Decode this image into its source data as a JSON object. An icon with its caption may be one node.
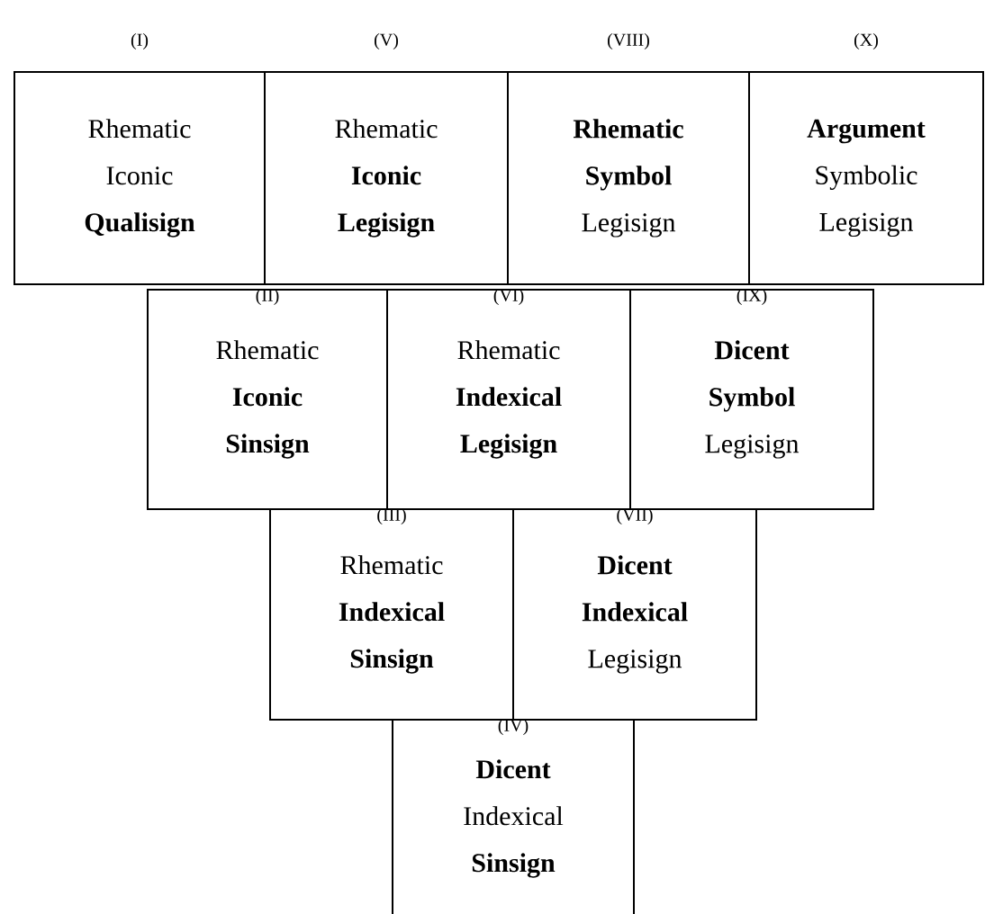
{
  "diagram": {
    "nodes": [
      {
        "text": [
          "(I)",
          "Rhematic Iconic **Qualisign**"
        ]
      },
      {
        "text": [
          "(V)",
          "Rhematic **Iconic Legisign**"
        ]
      },
      {
        "text": [
          "(VIII)",
          "**Rhematic Symbol** Legisign"
        ]
      },
      {
        "text": [
          "(X)",
          "**Argument** Symbolic Legisign"
        ]
      },
      {
        "text": [
          "(II)",
          "Rhematic **Iconic Sinsign**"
        ]
      },
      {
        "text": [
          "(VI)",
          "Rhematic **Indexical Legisign**"
        ]
      },
      {
        "text": [
          "(IX)",
          "**Dicent Symbol** Legisign"
        ]
      },
      {
        "text": [
          "(III)",
          "Rhematic **Indexical Sinsign**"
        ]
      },
      {
        "text": [
          "(VII)",
          "**Dicent Indexical** Legisign"
        ]
      },
      {
        "text": [
          "(IV)",
          "**Dicent** Indexical **Sinsign**"
        ]
      }
    ],
    "edges": []
  }
}
